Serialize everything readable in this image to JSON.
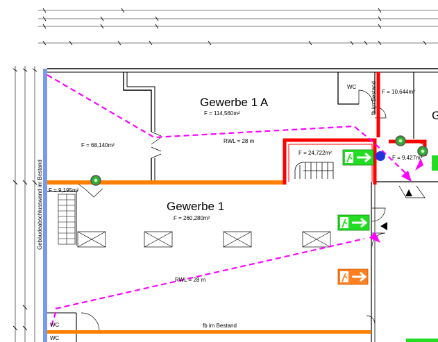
{
  "rooms": {
    "gewerbe_1a": {
      "title": "Gewerbe 1 A",
      "area": "F = 114,560m²"
    },
    "gewerbe_1": {
      "title": "Gewerbe 1",
      "area": "F = 260,280m²"
    },
    "west_room": {
      "area": "F = 68,140m²"
    },
    "stair_room": {
      "area": "F = 24,722m²"
    },
    "stair_lower": {
      "area": "F = 9,195m²"
    },
    "small_room": {
      "area": "F = 10,644m²"
    },
    "lobby": {
      "area": "F = 9,427m²"
    },
    "partial_letter": "G"
  },
  "labels": {
    "wc_upper": "WC",
    "wc_lower_1": "WC",
    "wc_lower_2": "WC",
    "fb_bestand_vertical": "fb im Bestand",
    "fb_bestand_bottom": "fb im Bestand",
    "side_wall": "Gebäudeabschlusswand im Bestand",
    "rwl_upper": "RWL = 28 m",
    "rwl_lower": "RWL = 28 m"
  },
  "colors": {
    "escape_route": "#ff00ff",
    "fire_wall": "#ff0000",
    "rated_wall": "#ff8000",
    "existing_wall": "#7799ee",
    "exit_sign": "#22dd22",
    "exit_sign_orange": "#ff8020",
    "extinguisher": "#33aa33",
    "fire_alarm": "#2233dd"
  },
  "icons": {
    "exit_sign": "running-man-arrow-right",
    "extinguisher": "fire-extinguisher-circle",
    "alarm": "blue-dot",
    "direction": "black-triangle"
  }
}
